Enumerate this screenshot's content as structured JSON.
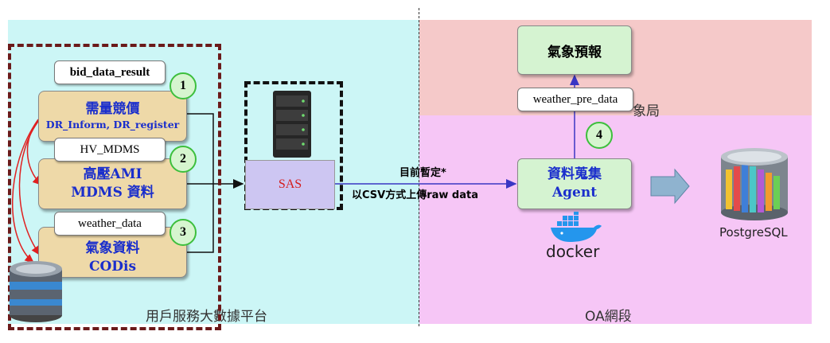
{
  "zones": {
    "left_label": "用戶服務大數據平台",
    "right_top_label": "象局",
    "right_bottom_label": "OA網段"
  },
  "sources": [
    {
      "tag": "bid_data_result",
      "title": "需量競價",
      "subtitle": "DR_Inform, DR_register",
      "step": "1"
    },
    {
      "tag": "HV_MDMS",
      "title": "高壓AMI",
      "subtitle": "MDMS 資料",
      "step": "2"
    },
    {
      "tag": "weather_data",
      "title": "氣象資料",
      "subtitle": "CODis",
      "step": "3"
    }
  ],
  "sas": {
    "label": "SAS"
  },
  "transfer": {
    "line1": "目前暫定*",
    "line2": "以CSV方式上傳raw data"
  },
  "weather_forecast": {
    "label": "氣象預報",
    "tag": "weather_pre_data",
    "step": "4"
  },
  "agent": {
    "line1": "資料蒐集",
    "line2": "Agent",
    "docker_label": "docker"
  },
  "database": {
    "label": "PostgreSQL"
  },
  "colors": {
    "left_zone": "#ccf6f6",
    "right_top_zone": "#f5c9c9",
    "right_bottom_zone": "#f6c6f6",
    "source_box": "#eed9a8",
    "source_text": "#1a2ecc",
    "sas_box": "#cdc6f2",
    "sas_text": "#d41b1b",
    "agent_text": "#1a2ecc",
    "step_circle": "#d6f5cf",
    "platform_border": "#6b1a1a",
    "connector": "#3a36c4",
    "docker_blue": "#2496ed",
    "big_arrow": "#8fb3cf"
  },
  "icons": [
    "server-rack-icon",
    "database-cylinder-icon",
    "docker-whale-icon",
    "postgresql-database-icon"
  ]
}
